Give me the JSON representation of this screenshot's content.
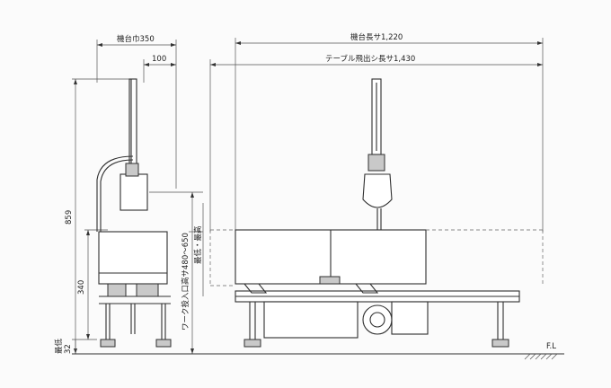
{
  "labels": {
    "table_width": "機台巾350",
    "offset_100": "100",
    "table_length": "機台長サ1,220",
    "table_protrusion": "テーブル飛出シ長サ1,430",
    "height_859": "859",
    "height_340": "340",
    "min_32_a": "最低",
    "min_32_b": "32",
    "work_entry": "ワーク投入口高サ480〜650",
    "min_max": "最低・最高",
    "floor_line": "F.L"
  }
}
